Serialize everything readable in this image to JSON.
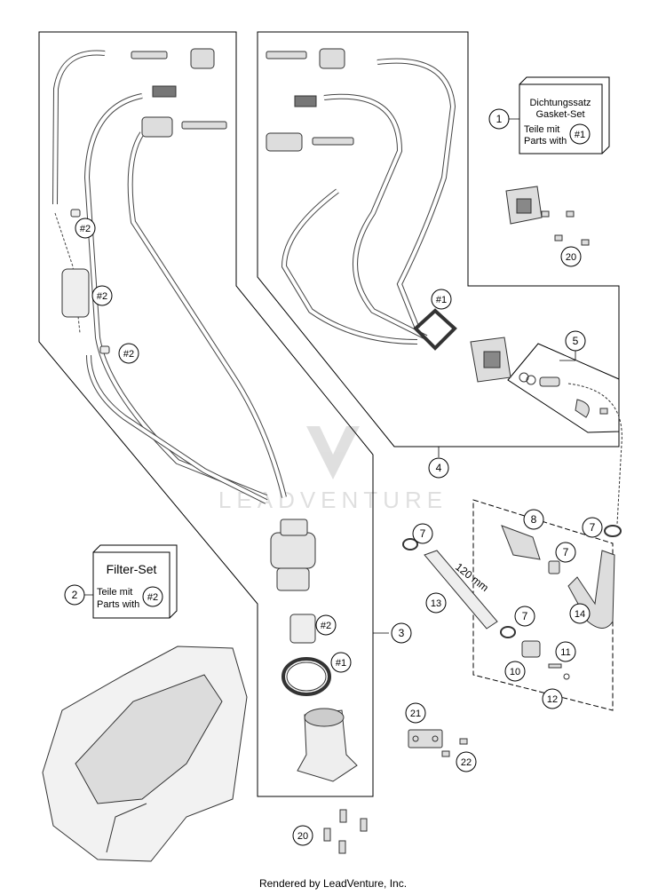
{
  "callouts": [
    {
      "key": "c1",
      "label": "1"
    },
    {
      "key": "c2",
      "label": "2"
    },
    {
      "key": "c3",
      "label": "3"
    },
    {
      "key": "c4",
      "label": "4"
    },
    {
      "key": "c5",
      "label": "5"
    },
    {
      "key": "c7a",
      "label": "7"
    },
    {
      "key": "c7b",
      "label": "7"
    },
    {
      "key": "c7c",
      "label": "7"
    },
    {
      "key": "c7d",
      "label": "7"
    },
    {
      "key": "c8",
      "label": "8"
    },
    {
      "key": "c10",
      "label": "10"
    },
    {
      "key": "c11",
      "label": "11"
    },
    {
      "key": "c12",
      "label": "12"
    },
    {
      "key": "c13",
      "label": "13"
    },
    {
      "key": "c14",
      "label": "14"
    },
    {
      "key": "c20a",
      "label": "20"
    },
    {
      "key": "c20b",
      "label": "20"
    },
    {
      "key": "c21",
      "label": "21"
    },
    {
      "key": "c22",
      "label": "22"
    },
    {
      "key": "h1a",
      "label": "#1"
    },
    {
      "key": "h1b",
      "label": "#1"
    },
    {
      "key": "h2a",
      "label": "#2"
    },
    {
      "key": "h2b",
      "label": "#2"
    },
    {
      "key": "h2c",
      "label": "#2"
    },
    {
      "key": "h2d",
      "label": "#2"
    }
  ],
  "gasket_set_box": {
    "title_de": "Dichtungssatz",
    "title_en": "Gasket-Set",
    "line_de": "Teile mit",
    "line_en": "Parts with",
    "ref": "#1"
  },
  "filter_set_box": {
    "title": "Filter-Set",
    "line_de": "Teile mit",
    "line_en": "Parts with",
    "ref": "#2"
  },
  "dimension_label": "120 mm",
  "watermark": "LEADVENTURE",
  "footer": "Rendered by LeadVenture, Inc."
}
